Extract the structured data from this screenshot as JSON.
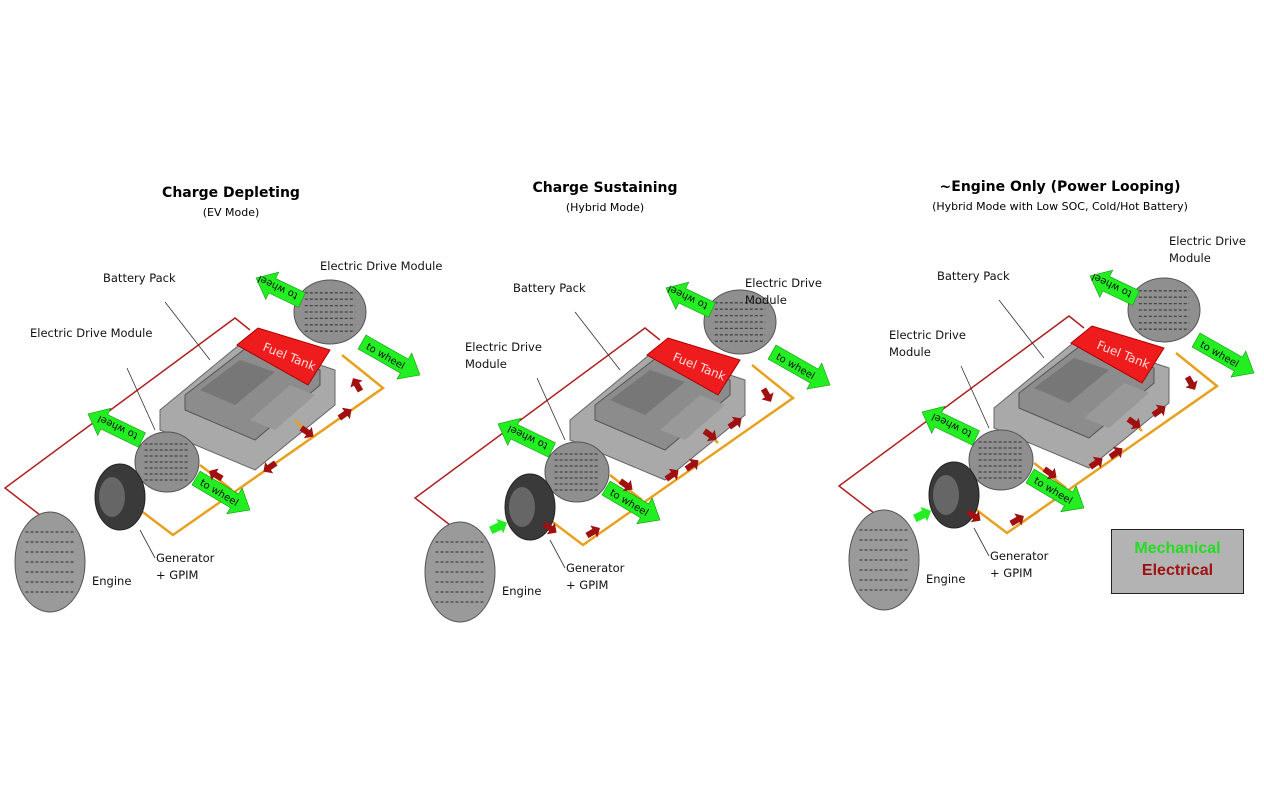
{
  "panels": [
    {
      "title": "Charge Depleting",
      "subtitle": "(EV Mode)",
      "battery_label": "Battery Pack",
      "edm_left_label": [
        "Electric Drive Module"
      ],
      "edm_right_label": [
        "Electric Drive Module"
      ],
      "generator_label": [
        "Generator",
        "+ GPIM"
      ],
      "engine_label": "Engine",
      "fuel_tank": "Fuel Tank",
      "to_wheel": "to wheel",
      "engine_to_generator": false
    },
    {
      "title": "Charge Sustaining",
      "subtitle": "(Hybrid Mode)",
      "battery_label": "Battery Pack",
      "edm_left_label": [
        "Electric Drive",
        "Module"
      ],
      "edm_right_label": [
        "Electric Drive",
        "Module"
      ],
      "generator_label": [
        "Generator",
        "+ GPIM"
      ],
      "engine_label": "Engine",
      "fuel_tank": "Fuel Tank",
      "to_wheel": "to wheel",
      "engine_to_generator": true
    },
    {
      "title": "~Engine Only (Power Looping)",
      "subtitle": "(Hybrid Mode with Low SOC, Cold/Hot Battery)",
      "battery_label": "Battery Pack",
      "edm_left_label": [
        "Electric Drive",
        "Module"
      ],
      "edm_right_label": [
        "Electric Drive",
        "Module"
      ],
      "generator_label": [
        "Generator",
        "+ GPIM"
      ],
      "engine_label": "Engine",
      "fuel_tank": "Fuel Tank",
      "to_wheel": "to wheel",
      "engine_to_generator": true
    }
  ],
  "legend": {
    "mechanical": "Mechanical",
    "electrical": "Electrical"
  },
  "colors": {
    "mechanical": "#22ee22",
    "electrical": "#a01010",
    "power_line": "#e8a020",
    "fuel_tank": "#ee1c1c",
    "loop": "#b02020"
  }
}
